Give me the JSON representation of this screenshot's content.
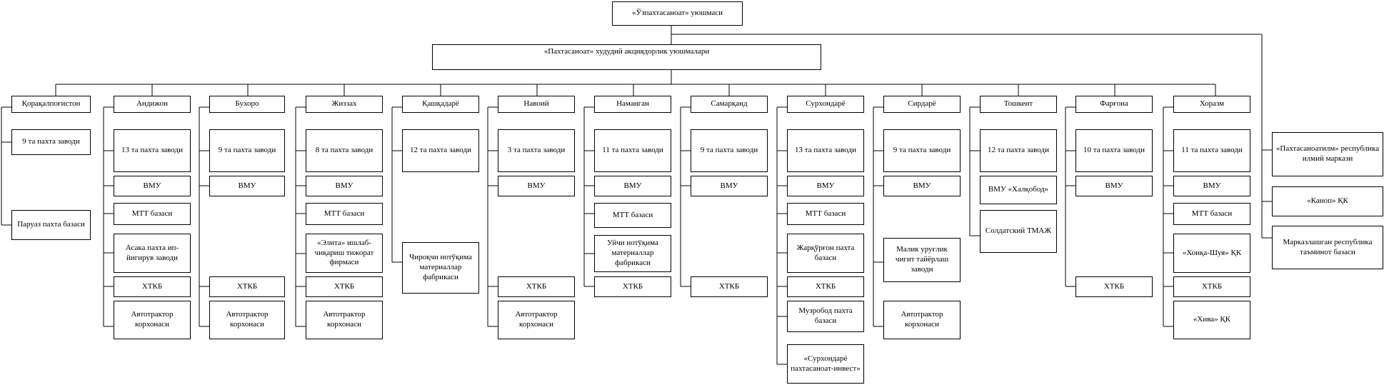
{
  "root": "«Ўзпахтасаноат» уюшмаси",
  "regional_header": "«Пахтасаноат» худудий акциядорлик уюшмалари",
  "regions": [
    {
      "name": "Қорақалпоғистон",
      "items": [
        "9 та пахта заводи",
        "Паруаз пахта базаси"
      ]
    },
    {
      "name": "Андижон",
      "items": [
        "13 та пахта заводи",
        "ВМУ",
        "МТТ базаси",
        "Асака пахта ип-йигирув заводи",
        "ХТКБ",
        "Автотрактор корхонаси"
      ]
    },
    {
      "name": "Бухоро",
      "items": [
        "9 та пахта заводи",
        "ВМУ",
        "ХТКБ",
        "Автотрактор корхонаси"
      ]
    },
    {
      "name": "Жиззах",
      "items": [
        "8 та пахта заводи",
        "ВМУ",
        "МТТ базаси",
        "«Элита» ишлаб-чиқариш тижорат фирмаси",
        "ХТКБ",
        "Автотрактор корхонаси"
      ]
    },
    {
      "name": "Қашқадарё",
      "items": [
        "12 та пахта заводи",
        "Чироқчи нотўқима материаллар фабрикаси"
      ]
    },
    {
      "name": "Навоий",
      "items": [
        "3 та пахта заводи",
        "ВМУ",
        "ХТКБ",
        "Автотрактор корхонаси"
      ]
    },
    {
      "name": "Наманган",
      "items": [
        "11 та пахта заводи",
        "ВМУ",
        "МТТ базаси",
        "Уйчи нотўқима материаллар фабрикаси",
        "ХТКБ"
      ]
    },
    {
      "name": "Самарқанд",
      "items": [
        "9 та пахта заводи",
        "ВМУ",
        "ХТКБ"
      ]
    },
    {
      "name": "Сурхондарё",
      "items": [
        "13  та пахта заводи",
        "ВМУ",
        "МТТ базаси",
        "Жарқўрғон пахта базаси",
        "ХТКБ",
        "Музробод пахта базаси",
        "«Сурхондарё пахтасаноат-инвест»"
      ]
    },
    {
      "name": "Сирдарё",
      "items": [
        "9 та пахта заводи",
        "ВМУ",
        "Малик уруғлик чигит тайёрлаш заводи",
        "Автотрактор корхонаси"
      ]
    },
    {
      "name": "Тошкент",
      "items": [
        "12 та пахта заводи",
        "ВМУ «Халқобод»",
        "Солдатский ТМАЖ"
      ]
    },
    {
      "name": "Фарғона",
      "items": [
        "10 та пахта заводи",
        "ВМУ",
        "ХТКБ"
      ]
    },
    {
      "name": "Хоразм",
      "items": [
        "11 та пахта заводи",
        "ВМУ",
        "МТТ базаси",
        "«Хонқа-Шуя» ҚК",
        "ХТКБ",
        "«Хива» ҚК"
      ]
    }
  ],
  "side_units": [
    "«Пахтасаноатилм» республика илмий маркази",
    "«Каноп» ҚК",
    "Марказлашган республика таъминот базаси"
  ]
}
